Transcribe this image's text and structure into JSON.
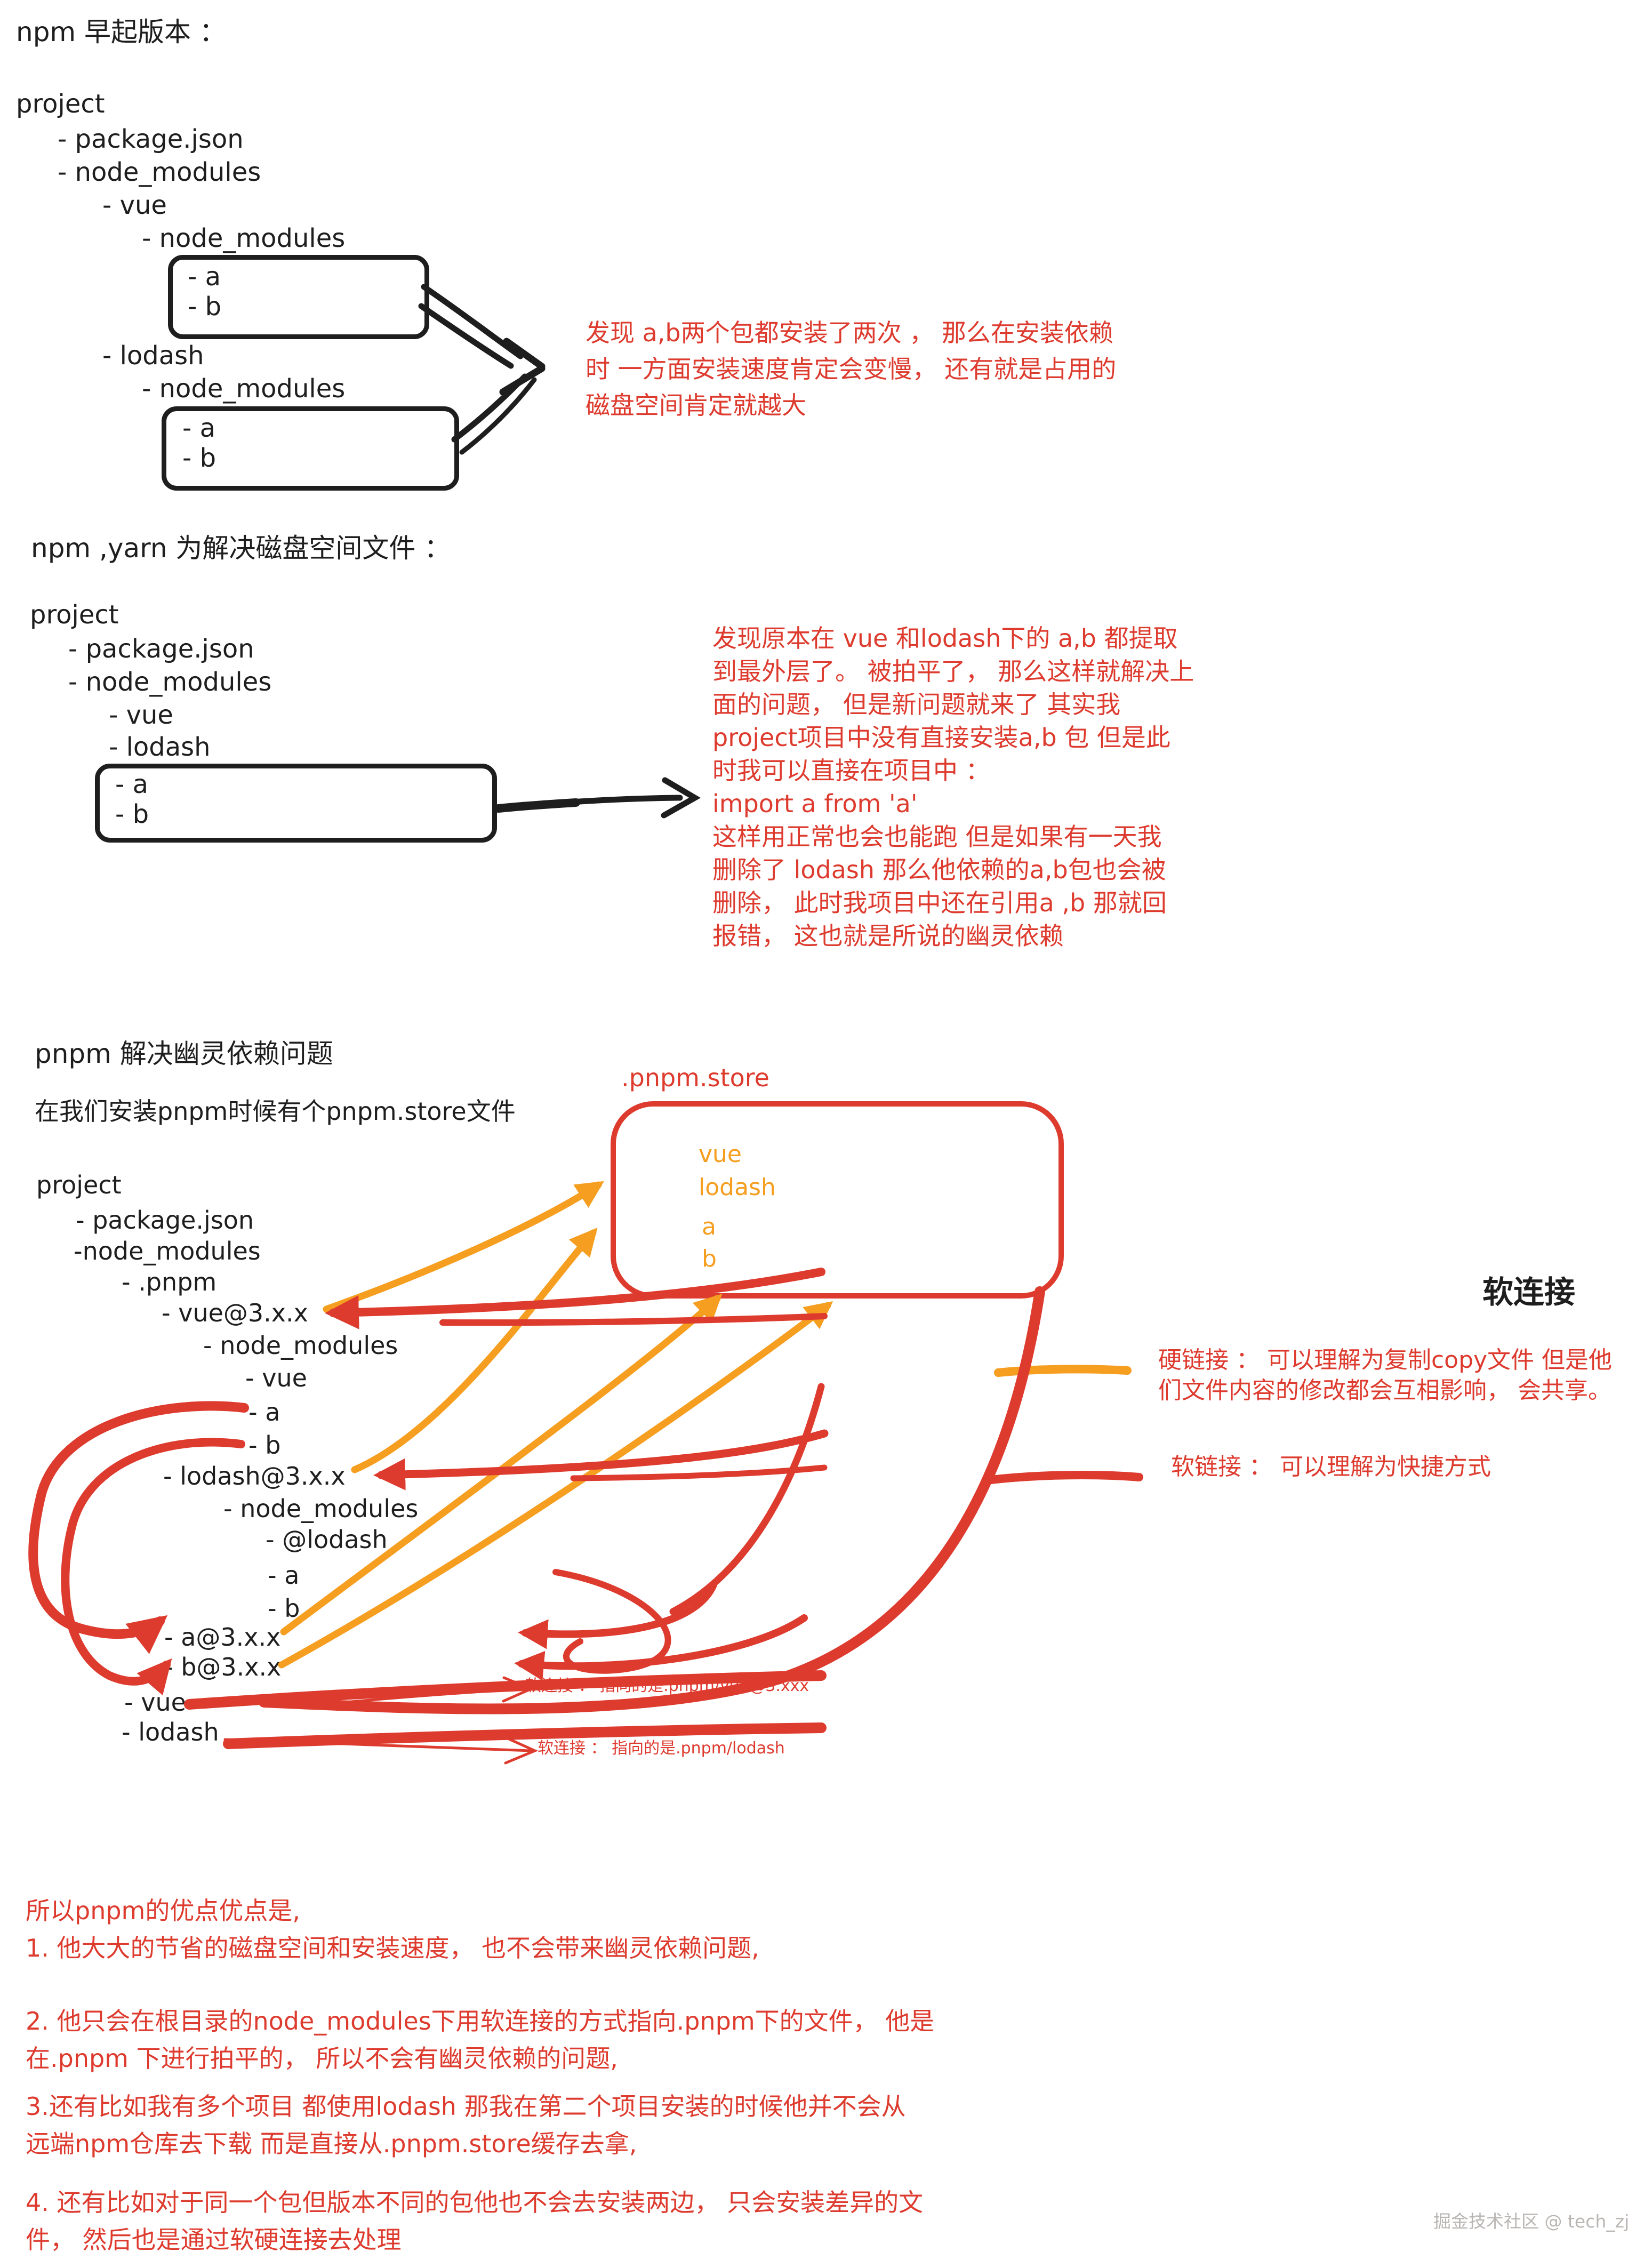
{
  "colors": {
    "ink": "#1e1e1e",
    "red": "#de3b2f",
    "orange": "#f59e20",
    "watermark_gray": "#b9b5b2"
  },
  "section1": {
    "heading": "npm 早起版本 ：",
    "tree": [
      "project",
      "- package.json",
      "- node_modules",
      "- vue",
      "- node_modules",
      "- lodash",
      "- node_modules"
    ],
    "box1_items": [
      "- a",
      "- b"
    ],
    "box2_items": [
      "- a",
      "- b"
    ],
    "note_lines": [
      "发现 a,b两个包都安装了两次 ， 那么在安装依赖",
      "时 一方面安装速度肯定会变慢， 还有就是占用的",
      "磁盘空间肯定就越大"
    ]
  },
  "section2": {
    "heading": "npm ,yarn 为解决磁盘空间文件 ：",
    "tree": [
      "project",
      "- package.json",
      "- node_modules",
      "- vue",
      "- lodash"
    ],
    "box_items": [
      "- a",
      "- b"
    ],
    "note_lines": [
      "发现原本在 vue 和lodash下的 a,b 都提取",
      "到最外层了。 被拍平了， 那么这样就解决上",
      "面的问题， 但是新问题就来了 其实我",
      "project项目中没有直接安装a,b 包 但是此",
      "时我可以直接在项目中 ：",
      "import a from 'a'",
      "这样用正常也会也能跑 但是如果有一天我",
      "删除了 lodash 那么他依赖的a,b包也会被",
      "删除， 此时我项目中还在引用a ,b 那就回",
      "报错， 这也就是所说的幽灵依赖"
    ]
  },
  "section3": {
    "heading": "pnpm 解决幽灵依赖问题",
    "subheading": "在我们安装pnpm时候有个pnpm.store文件",
    "store_label": ".pnpm.store",
    "store_items": [
      "vue",
      "lodash",
      "a",
      "b"
    ],
    "soft_link_title": "软连接",
    "tree": [
      "project",
      "- package.json",
      "-node_modules",
      "- .pnpm",
      "- vue@3.x.x",
      "- node_modules",
      "- vue",
      "- a",
      "- b",
      "- lodash@3.x.x",
      "- node_modules",
      "- @lodash",
      "- a",
      "- b",
      "- a@3.x.x",
      "- b@3.x.x",
      "- vue",
      "- lodash"
    ],
    "annotation_vue": "软连接 ： 指向的是.pnpm/vue@3.xxx",
    "annotation_lodash": "软连接 ： 指向的是.pnpm/lodash",
    "legend_hard": "硬链接 ： 可以理解为复制copy文件 但是他们文件内容的修改都会互相影响， 会共享。",
    "legend_soft": "软链接 ： 可以理解为快捷方式"
  },
  "section4": {
    "lines": [
      "所以pnpm的优点优点是,",
      "1. 他大大的节省的磁盘空间和安装速度， 也不会带来幽灵依赖问题,",
      "2. 他只会在根目录的node_modules下用软连接的方式指向.pnpm下的文件， 他是",
      "在.pnpm 下进行拍平的， 所以不会有幽灵依赖的问题,",
      "3.还有比如我有多个项目 都使用lodash  那我在第二个项目安装的时候他并不会从",
      "远端npm仓库去下载 而是直接从.pnpm.store缓存去拿,",
      "4. 还有比如对于同一个包但版本不同的包他也不会去安装两边， 只会安装差异的文",
      "件， 然后也是通过软硬连接去处理"
    ]
  },
  "watermark": "掘金技术社区 @ tech_zjf"
}
